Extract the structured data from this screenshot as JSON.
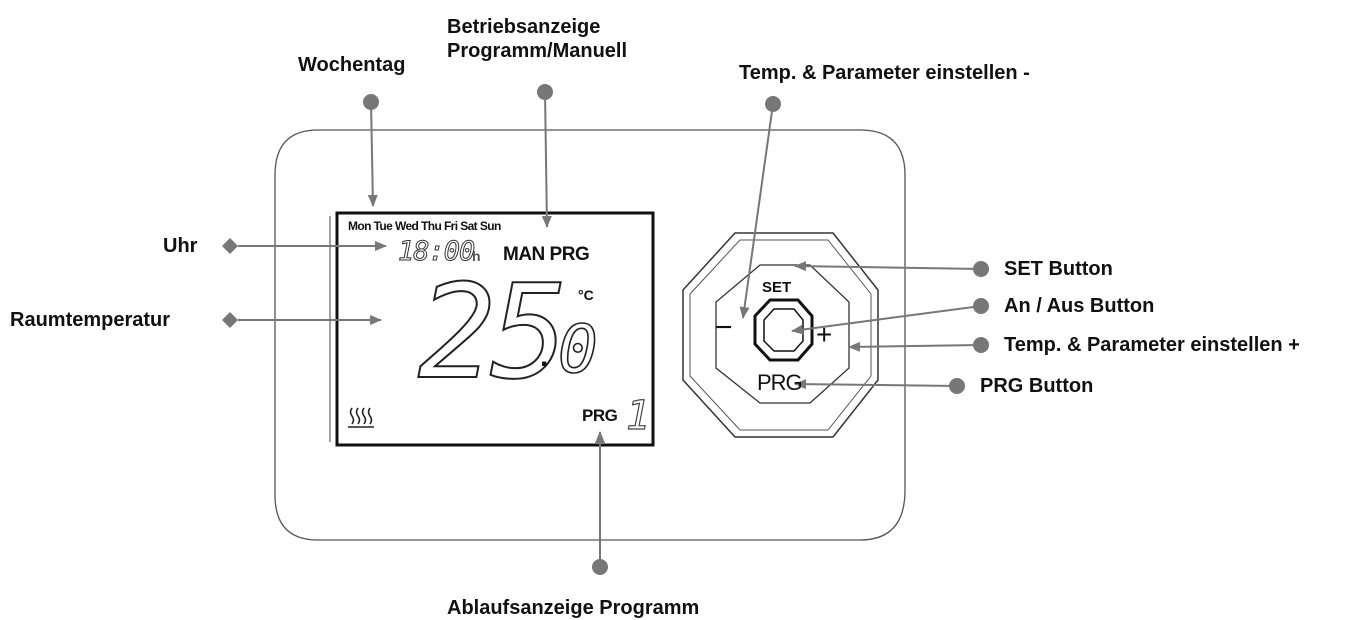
{
  "callouts": {
    "wochentag": "Wochentag",
    "betrieb_line1": "Betriebsanzeige",
    "betrieb_line2": "Programm/Manuell",
    "temp_minus": "Temp. & Parameter einstellen -",
    "uhr": "Uhr",
    "raumtemperatur": "Raumtemperatur",
    "set_button": "SET Button",
    "an_aus_button": "An / Aus Button",
    "temp_plus": "Temp. & Parameter einstellen +",
    "prg_button": "PRG Button",
    "ablauf": "Ablaufsanzeige Programm"
  },
  "lcd": {
    "weekdays": "Mon Tue Wed Thu Fri  Sat  Sun",
    "clock": "18:00",
    "clock_unit": "h",
    "mode": "MAN PRG",
    "temp_main": "25",
    "temp_dot": ".",
    "temp_decimal": "0",
    "temp_unit": "°C",
    "heat_icon": "heating-waves-icon",
    "program_label": "PRG",
    "program_number": "1"
  },
  "buttons": {
    "set": "SET",
    "minus": "−",
    "plus": "+",
    "prg": "PRG"
  }
}
